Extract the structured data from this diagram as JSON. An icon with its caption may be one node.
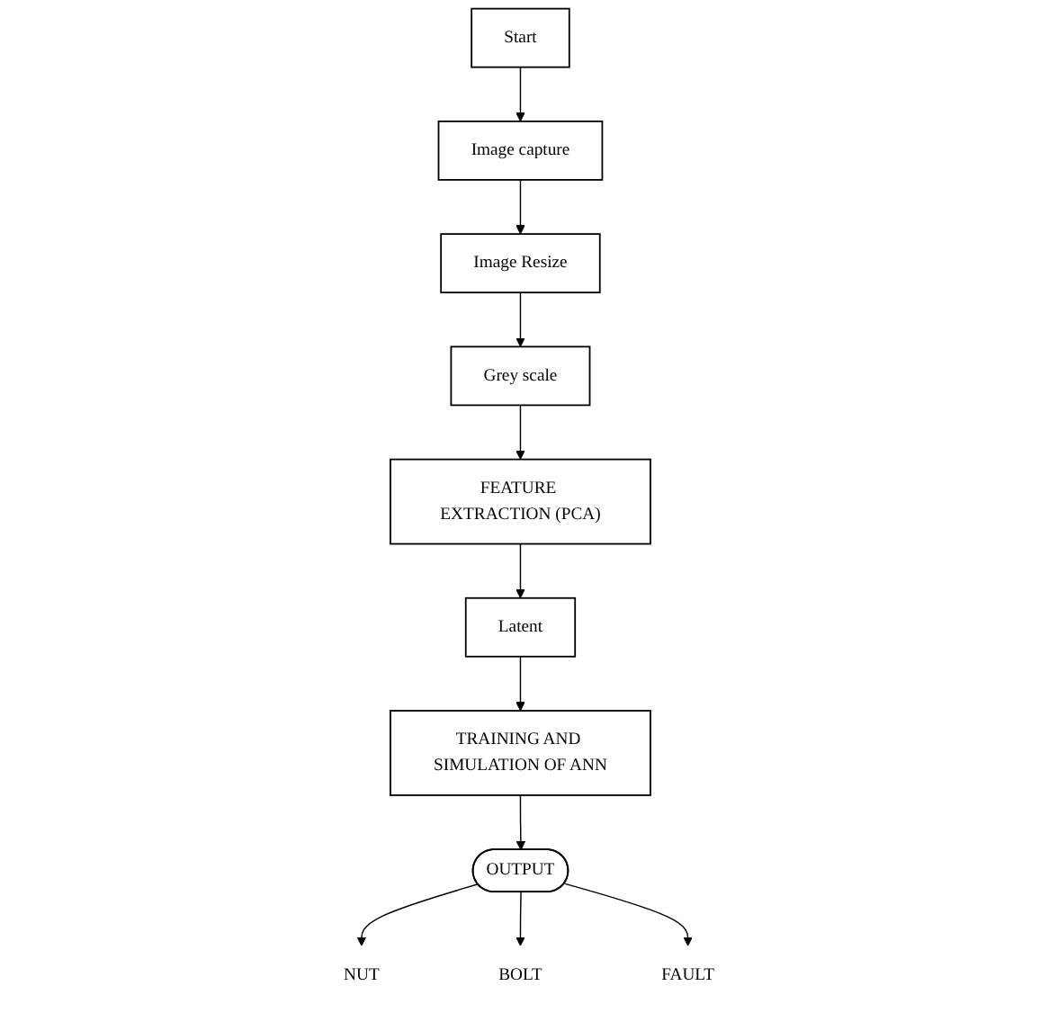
{
  "diagram": {
    "nodes": [
      {
        "text": [
          "Start"
        ]
      },
      {
        "text": [
          "Image capture"
        ]
      },
      {
        "text": [
          "Image Resize"
        ]
      },
      {
        "text": [
          "Grey scale"
        ]
      },
      {
        "text": [
          "FEATURE EXTRACTION (PCA)"
        ]
      },
      {
        "text": [
          "Latent"
        ]
      },
      {
        "text": [
          "TRAINING AND SIMULATION OF ANN"
        ]
      },
      {
        "text": [
          "OUTPUT"
        ]
      },
      {
        "text": [
          "NUT"
        ]
      },
      {
        "text": [
          "BOLT"
        ]
      },
      {
        "text": [
          "FAULT"
        ]
      }
    ],
    "edges": [
      {
        "from": 0,
        "to": 1,
        "arrow": "to"
      },
      {
        "from": 1,
        "to": 2,
        "arrow": "to"
      },
      {
        "from": 2,
        "to": 3,
        "arrow": "to"
      },
      {
        "from": 3,
        "to": 4,
        "arrow": "to"
      },
      {
        "from": 4,
        "to": 5,
        "arrow": "to"
      },
      {
        "from": 5,
        "to": 6,
        "arrow": "to"
      },
      {
        "from": 6,
        "to": 7,
        "arrow": "to"
      },
      {
        "from": 7,
        "to": 8,
        "arrow": "to"
      },
      {
        "from": 7,
        "to": 9,
        "arrow": "to"
      },
      {
        "from": 7,
        "to": 10,
        "arrow": "to"
      }
    ]
  }
}
